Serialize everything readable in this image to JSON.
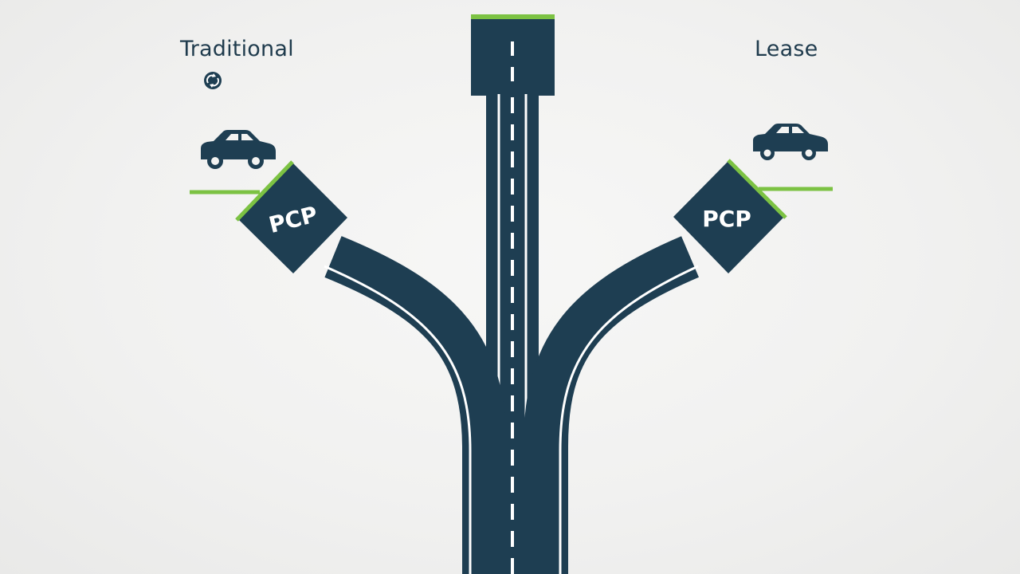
{
  "branches": {
    "left": {
      "label": "Traditional",
      "sign_text": "PCP"
    },
    "right": {
      "label": "Lease",
      "sign_text": "PCP"
    }
  },
  "icons": {
    "left_small": "recycle-icon",
    "left_vehicle": "car-icon",
    "right_vehicle": "car-icon"
  },
  "colors": {
    "road": "#1e3e52",
    "accent": "#7cc243",
    "background": "#f1f1f0",
    "markings": "#ffffff"
  }
}
